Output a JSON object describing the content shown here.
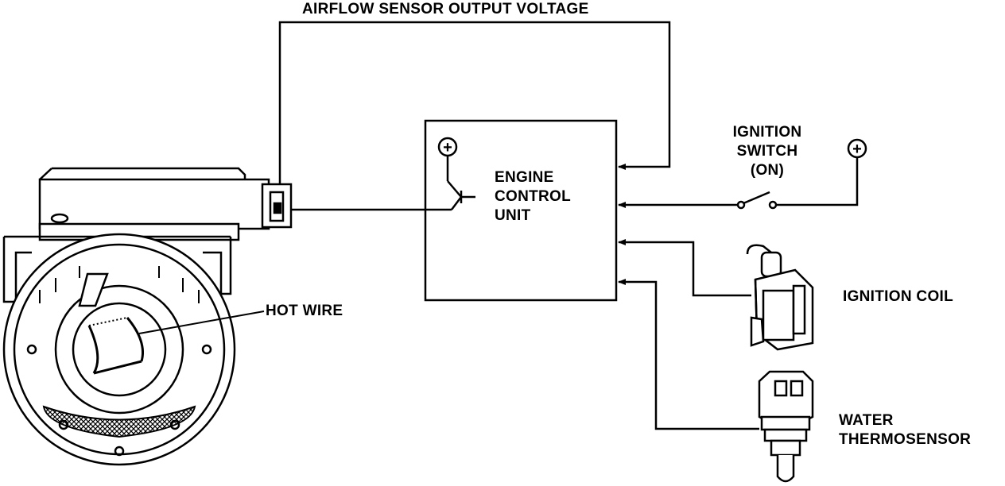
{
  "labels": {
    "airflow_output": "AIRFLOW SENSOR OUTPUT VOLTAGE",
    "ecu_line1": "ENGINE",
    "ecu_line2": "CONTROL",
    "ecu_line3": "UNIT",
    "ignition_switch_line1": "IGNITION",
    "ignition_switch_line2": "SWITCH",
    "ignition_switch_line3": "(ON)",
    "ignition_coil": "IGNITION COIL",
    "water_line1": "WATER",
    "water_line2": "THERMOSENSOR",
    "hot_wire": "HOT WIRE"
  },
  "symbols": {
    "positive_terminal": "+"
  },
  "colors": {
    "ink": "#000000",
    "background": "#ffffff"
  }
}
